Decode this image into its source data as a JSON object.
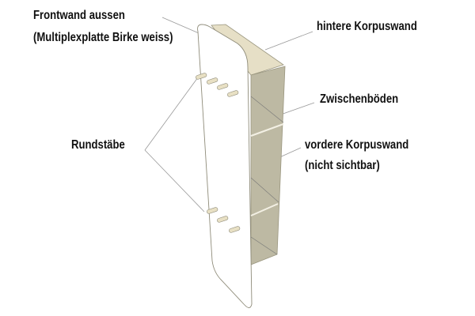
{
  "labels": {
    "front_wall": [
      "Frontwand aussen",
      "(Multiplexplatte Birke weiss)"
    ],
    "rear_wall": "hintere Korpuswand",
    "shelves": "Zwischenböden",
    "front_carcass_wall": [
      "vordere Korpuswand",
      "(nicht sichtbar)"
    ],
    "dowels": "Rundstäbe"
  },
  "colors": {
    "top_face": "#e6dfc6",
    "inner": "#bdb9a3",
    "outline": "#9a967f",
    "leader": "#999999"
  }
}
